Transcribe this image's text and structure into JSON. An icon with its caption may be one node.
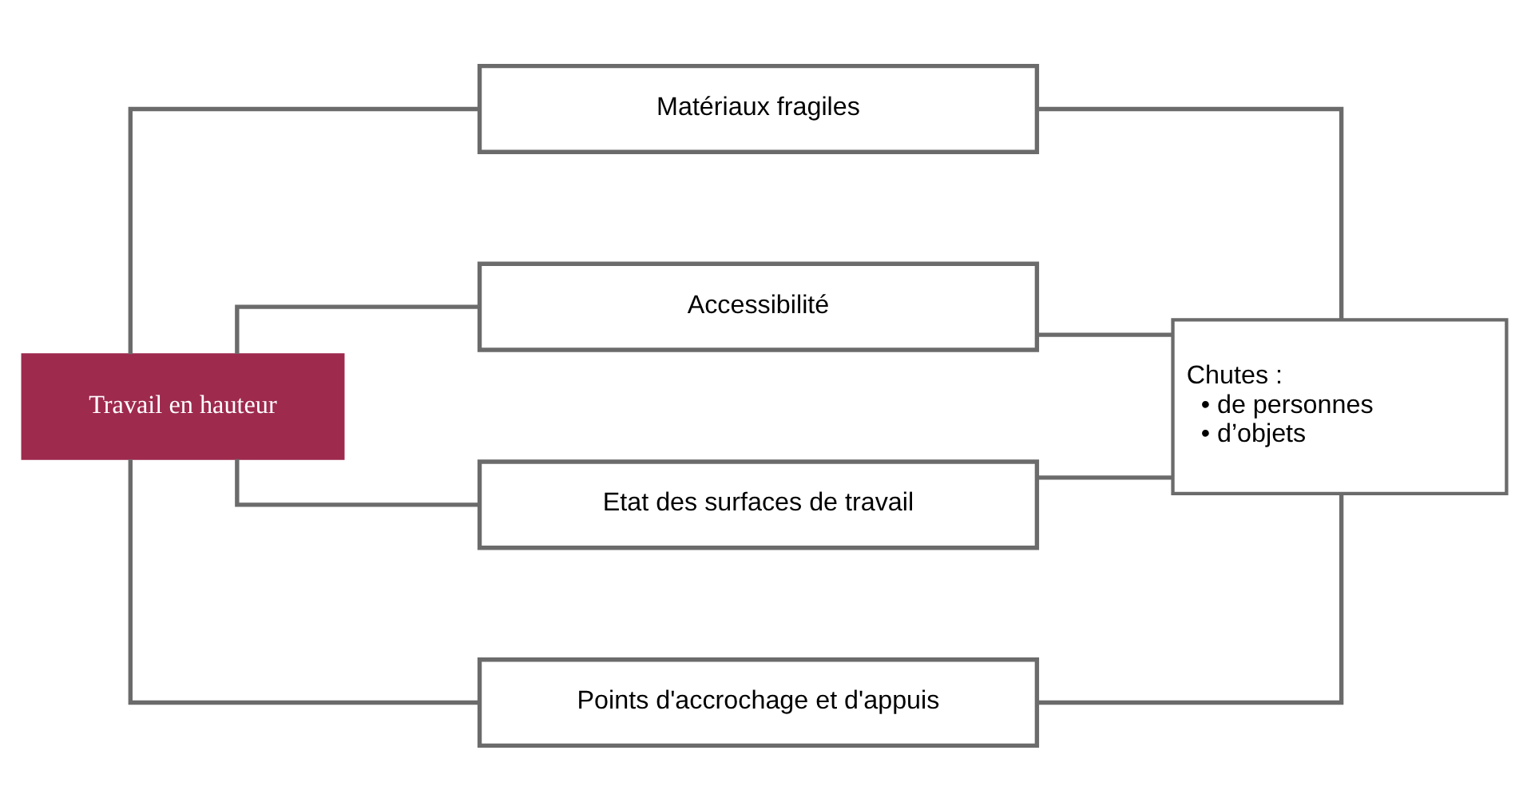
{
  "diagram": {
    "nodes": [
      {
        "text": [
          "Travail en hauteur"
        ]
      },
      {
        "text": [
          "Matériaux fragiles"
        ]
      },
      {
        "text": [
          "Accessibilité"
        ]
      },
      {
        "text": [
          "Etat des surfaces de travail"
        ]
      },
      {
        "text": [
          "Points d'accrochage et d'appuis"
        ]
      },
      {
        "text": [
          "Chutes :",
          "• de personnes",
          "• d’objets"
        ]
      }
    ],
    "edges": [
      {
        "from": 0,
        "to": 1,
        "arrow": "none"
      },
      {
        "from": 0,
        "to": 2,
        "arrow": "none"
      },
      {
        "from": 0,
        "to": 3,
        "arrow": "none"
      },
      {
        "from": 0,
        "to": 4,
        "arrow": "none"
      },
      {
        "from": 1,
        "to": 5,
        "arrow": "none"
      },
      {
        "from": 2,
        "to": 5,
        "arrow": "none"
      },
      {
        "from": 3,
        "to": 5,
        "arrow": "none"
      },
      {
        "from": 4,
        "to": 5,
        "arrow": "none"
      }
    ]
  }
}
